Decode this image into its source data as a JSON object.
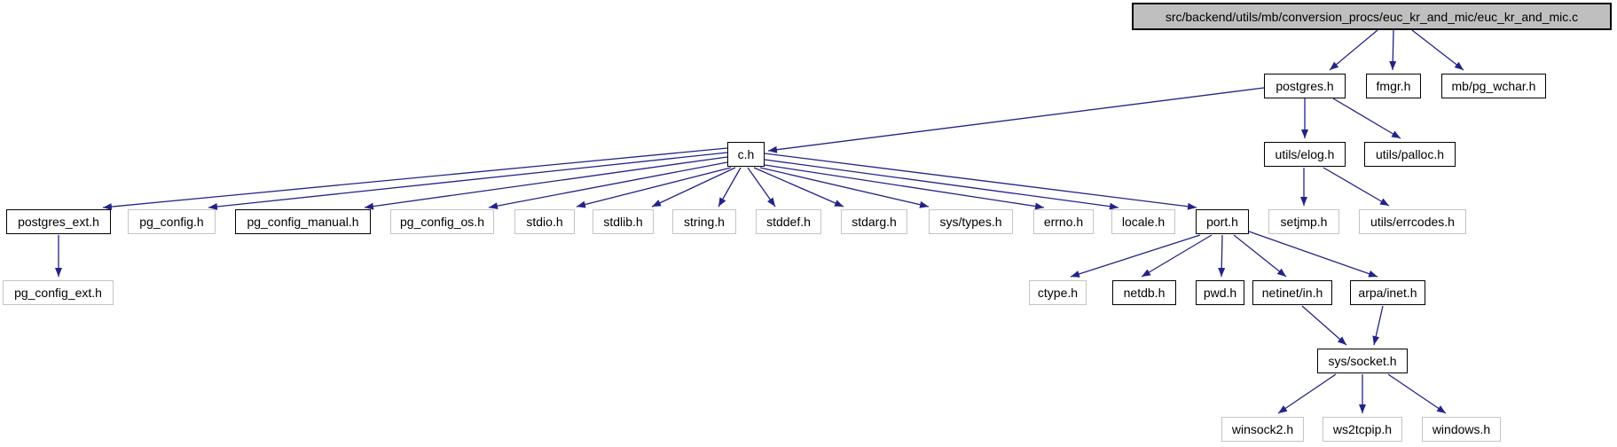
{
  "graph": {
    "type": "include-dependency-graph",
    "colors": {
      "edge": "#232387",
      "node_fill": "#ffffff",
      "node_border_documented": "#000000",
      "node_border_external": "#c4c4c4",
      "current_node_fill": "#bfbfbf",
      "text": "#000000",
      "background": "#ffffff"
    },
    "nodes": {
      "main": {
        "label": "src/backend/utils/mb/conversion_procs/euc_kr_and_mic/euc_kr_and_mic.c"
      },
      "postgres_h": {
        "label": "postgres.h"
      },
      "fmgr_h": {
        "label": "fmgr.h"
      },
      "mb_pg_wchar_h": {
        "label": "mb/pg_wchar.h"
      },
      "c_h": {
        "label": "c.h"
      },
      "utils_elog_h": {
        "label": "utils/elog.h"
      },
      "utils_palloc_h": {
        "label": "utils/palloc.h"
      },
      "postgres_ext_h": {
        "label": "postgres_ext.h"
      },
      "pg_config_h": {
        "label": "pg_config.h"
      },
      "pg_config_manual_h": {
        "label": "pg_config_manual.h"
      },
      "pg_config_os_h": {
        "label": "pg_config_os.h"
      },
      "stdio_h": {
        "label": "stdio.h"
      },
      "stdlib_h": {
        "label": "stdlib.h"
      },
      "string_h": {
        "label": "string.h"
      },
      "stddef_h": {
        "label": "stddef.h"
      },
      "stdarg_h": {
        "label": "stdarg.h"
      },
      "sys_types_h": {
        "label": "sys/types.h"
      },
      "errno_h": {
        "label": "errno.h"
      },
      "locale_h": {
        "label": "locale.h"
      },
      "port_h": {
        "label": "port.h"
      },
      "setjmp_h": {
        "label": "setjmp.h"
      },
      "utils_errcodes_h": {
        "label": "utils/errcodes.h"
      },
      "pg_config_ext_h": {
        "label": "pg_config_ext.h"
      },
      "ctype_h": {
        "label": "ctype.h"
      },
      "netdb_h": {
        "label": "netdb.h"
      },
      "pwd_h": {
        "label": "pwd.h"
      },
      "netinet_in_h": {
        "label": "netinet/in.h"
      },
      "arpa_inet_h": {
        "label": "arpa/inet.h"
      },
      "sys_socket_h": {
        "label": "sys/socket.h"
      },
      "winsock2_h": {
        "label": "winsock2.h"
      },
      "ws2tcpip_h": {
        "label": "ws2tcpip.h"
      },
      "windows_h": {
        "label": "windows.h"
      }
    },
    "edges": [
      {
        "from": "main",
        "to": "postgres_h"
      },
      {
        "from": "main",
        "to": "fmgr_h"
      },
      {
        "from": "main",
        "to": "mb_pg_wchar_h"
      },
      {
        "from": "postgres_h",
        "to": "c_h"
      },
      {
        "from": "postgres_h",
        "to": "utils_elog_h"
      },
      {
        "from": "postgres_h",
        "to": "utils_palloc_h"
      },
      {
        "from": "utils_elog_h",
        "to": "setjmp_h"
      },
      {
        "from": "utils_elog_h",
        "to": "utils_errcodes_h"
      },
      {
        "from": "c_h",
        "to": "postgres_ext_h"
      },
      {
        "from": "c_h",
        "to": "pg_config_h"
      },
      {
        "from": "c_h",
        "to": "pg_config_manual_h"
      },
      {
        "from": "c_h",
        "to": "pg_config_os_h"
      },
      {
        "from": "c_h",
        "to": "stdio_h"
      },
      {
        "from": "c_h",
        "to": "stdlib_h"
      },
      {
        "from": "c_h",
        "to": "string_h"
      },
      {
        "from": "c_h",
        "to": "stddef_h"
      },
      {
        "from": "c_h",
        "to": "stdarg_h"
      },
      {
        "from": "c_h",
        "to": "sys_types_h"
      },
      {
        "from": "c_h",
        "to": "errno_h"
      },
      {
        "from": "c_h",
        "to": "locale_h"
      },
      {
        "from": "c_h",
        "to": "port_h"
      },
      {
        "from": "postgres_ext_h",
        "to": "pg_config_ext_h"
      },
      {
        "from": "port_h",
        "to": "ctype_h"
      },
      {
        "from": "port_h",
        "to": "netdb_h"
      },
      {
        "from": "port_h",
        "to": "pwd_h"
      },
      {
        "from": "port_h",
        "to": "netinet_in_h"
      },
      {
        "from": "port_h",
        "to": "arpa_inet_h"
      },
      {
        "from": "netinet_in_h",
        "to": "sys_socket_h"
      },
      {
        "from": "arpa_inet_h",
        "to": "sys_socket_h"
      },
      {
        "from": "sys_socket_h",
        "to": "winsock2_h"
      },
      {
        "from": "sys_socket_h",
        "to": "ws2tcpip_h"
      },
      {
        "from": "sys_socket_h",
        "to": "windows_h"
      }
    ]
  }
}
